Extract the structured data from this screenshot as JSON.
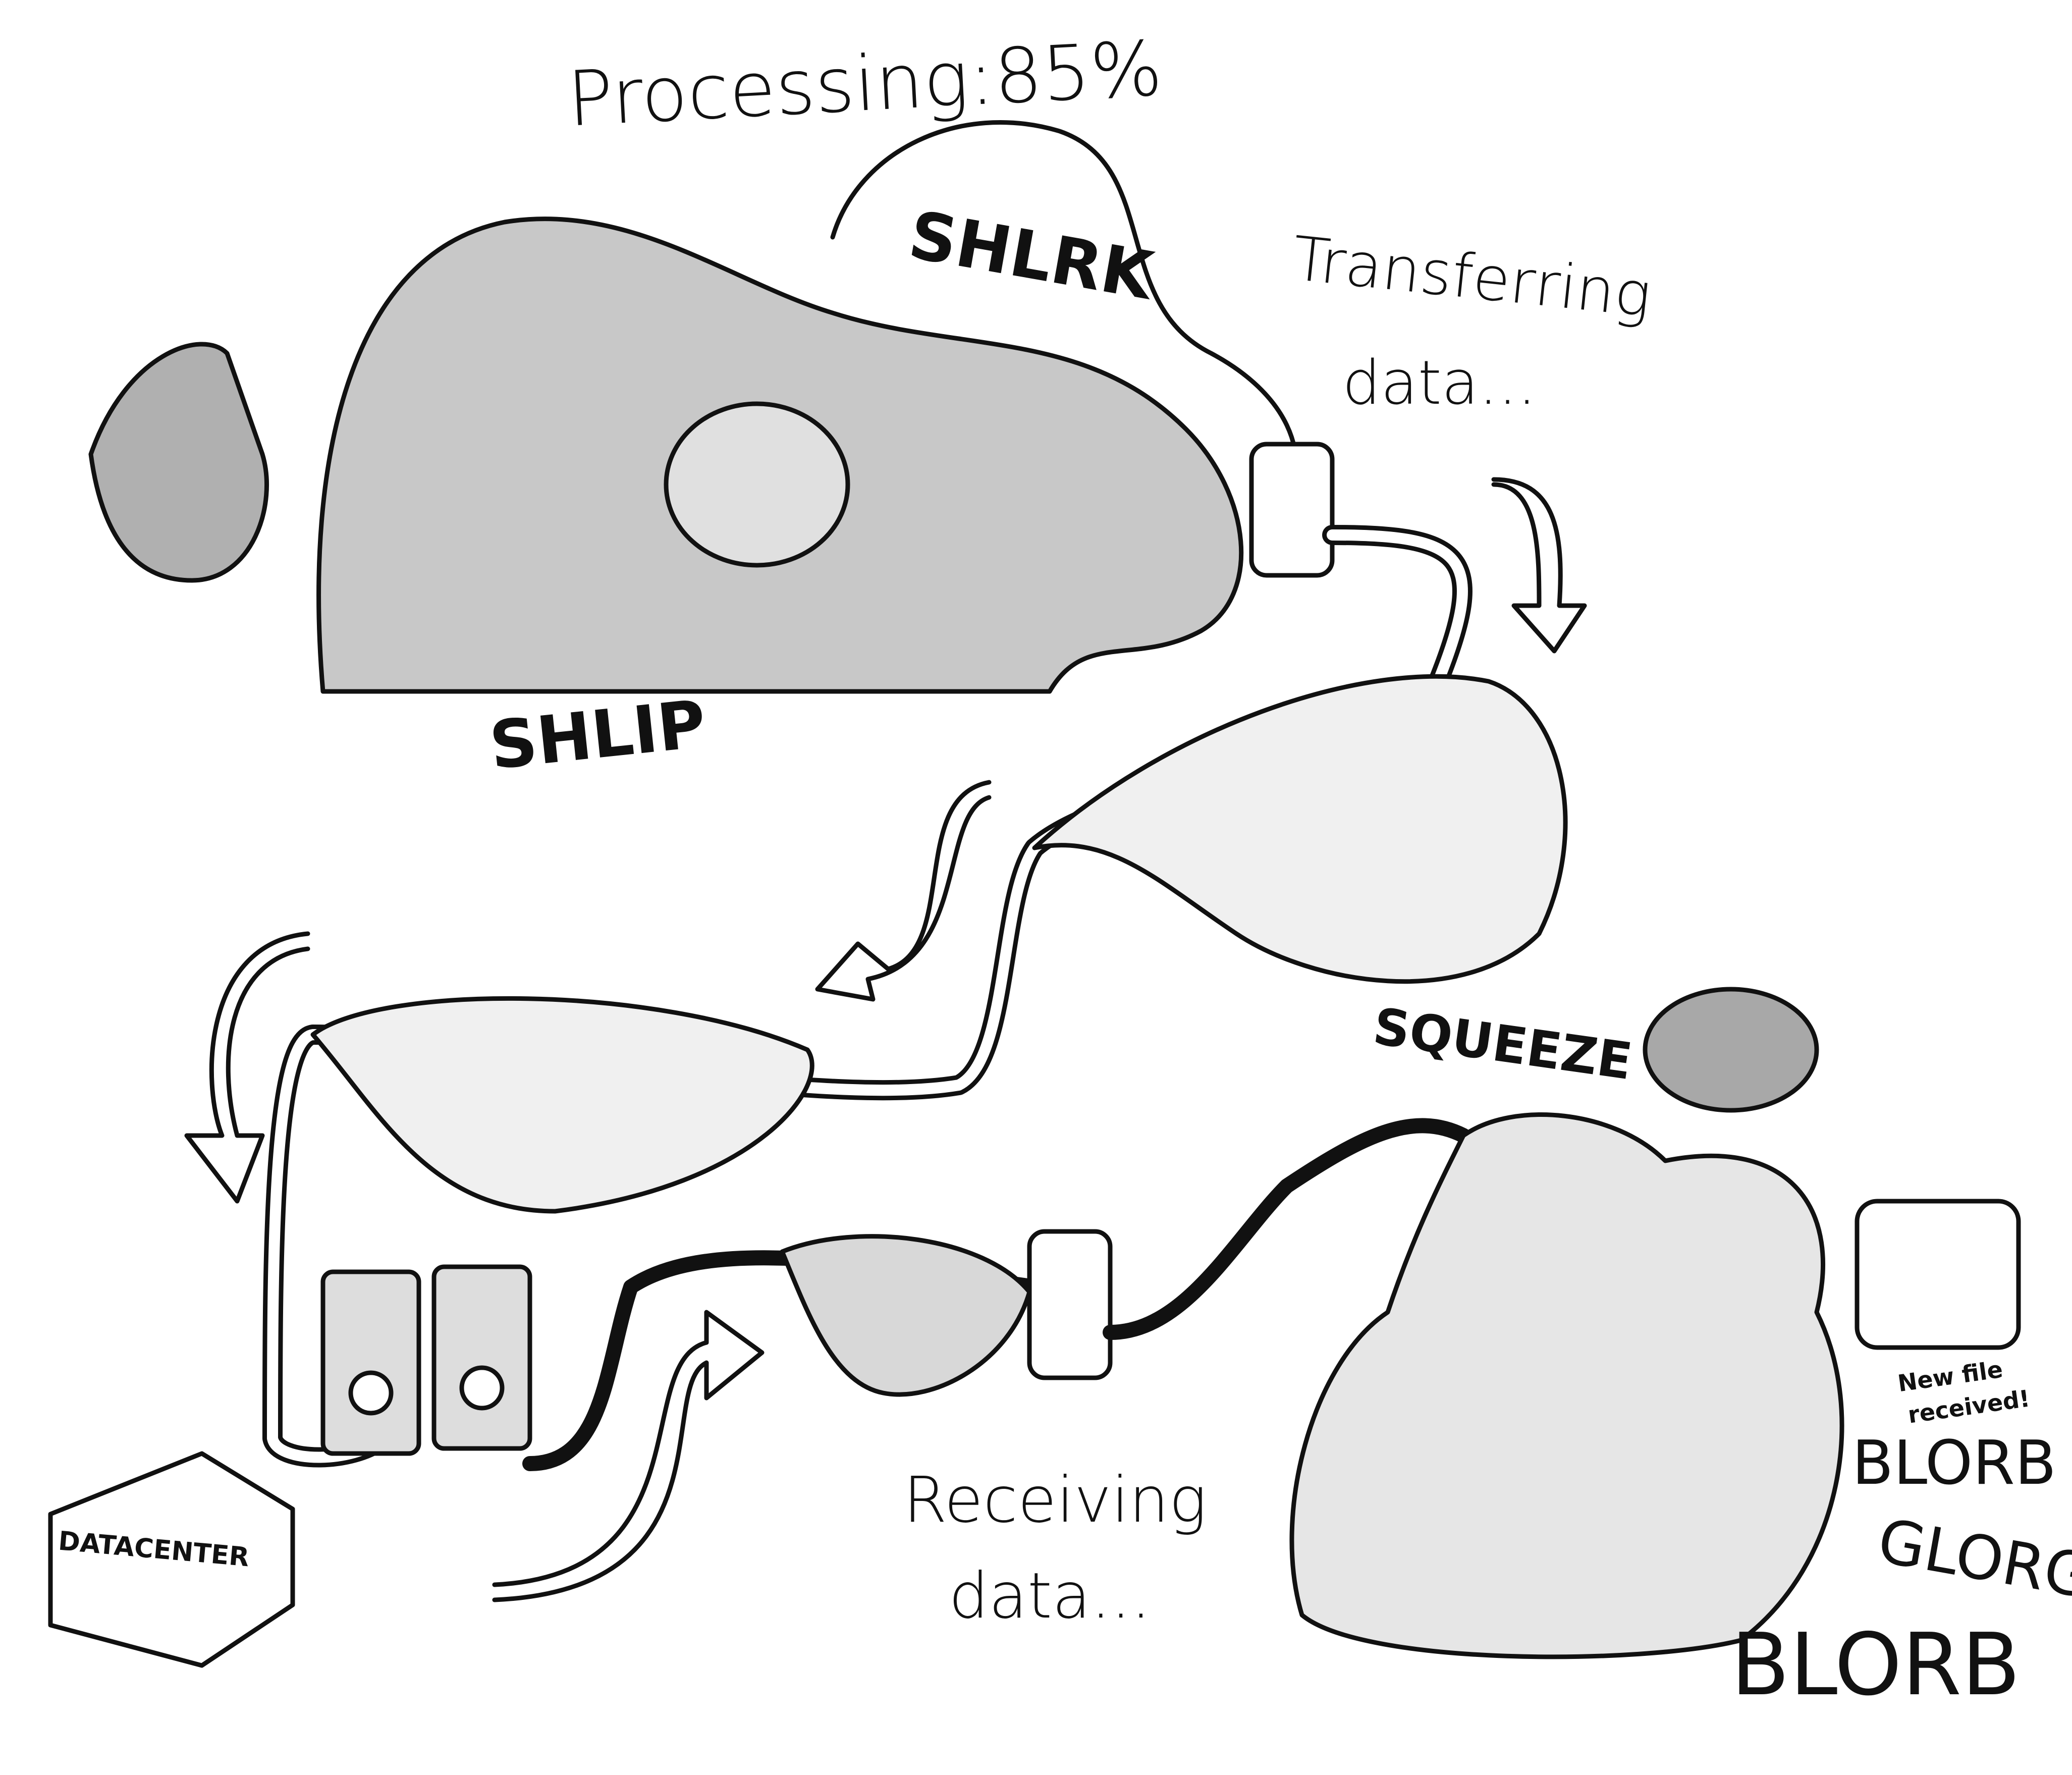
{
  "texts": {
    "processing": "Processing:85%",
    "shlrk": "SHLRK",
    "transferring_1": "Transferring",
    "transferring_2": "data...",
    "shlip": "SHLIP",
    "squeeze": "SQUEEZE",
    "receiving_1": "Receiving",
    "receiving_2": "data...",
    "datacenter": "DATACENTER",
    "new_file_1": "New file",
    "new_file_2": "received!",
    "blorb_1": "BLORB",
    "glorg": "GLORG",
    "blorb_2": "BLORB"
  },
  "progress": {
    "processing_percent": 85
  },
  "colors": {
    "ink": "#111111",
    "fill_light": "#f0f0f0",
    "fill_mid": "#c8c8c8",
    "fill_dark": "#a0a0a0"
  }
}
